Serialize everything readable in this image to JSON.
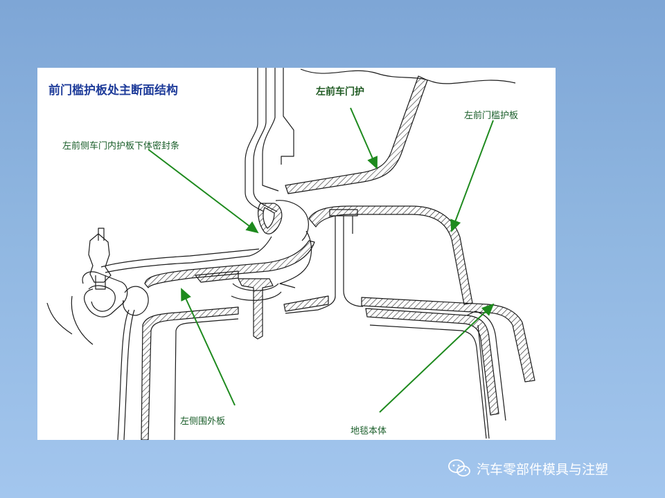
{
  "diagram": {
    "title": "前门槛护板处主断面结构",
    "labels": {
      "door_seal": "左前侧车门内护板下体密封条",
      "door_trim": "左前车门护",
      "sill_trim": "左前门槛护板",
      "side_outer": "左侧围外板",
      "carpet": "地毯本体"
    },
    "colors": {
      "outline": "#1a1a1a",
      "leader": "#1e8a1e",
      "title": "#1f3c9a"
    }
  },
  "watermark": {
    "text": "汽车零部件模具与注塑",
    "icon": "wechat-icon"
  }
}
